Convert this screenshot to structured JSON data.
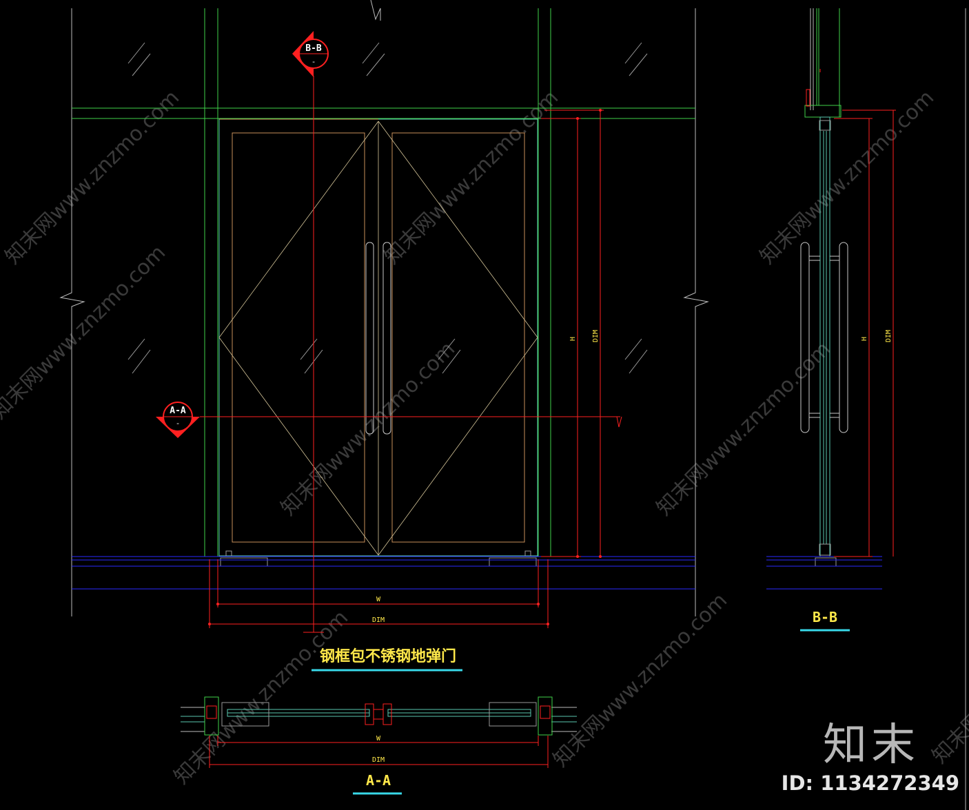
{
  "drawing": {
    "main_title": "钢框包不锈钢地弹门",
    "section_bb_title": "B-B",
    "section_aa_title": "A-A"
  },
  "markers": {
    "bb_marker_label": "B-B",
    "bb_marker_sub": "-",
    "aa_marker_label": "A-A",
    "aa_marker_sub": "-"
  },
  "dimensions": {
    "width_label": "W",
    "overall_label": "DIM",
    "height_label": "H",
    "aa_width_label": "W",
    "aa_overall_label": "DIM",
    "bb_height_label": "H",
    "bb_overall_label": "DIM"
  },
  "watermark": {
    "text": "知末网www.znzmo.com",
    "logo": "知末",
    "id": "ID: 1134272349"
  },
  "colors": {
    "background": "#000000",
    "frame_green": "#3fd24a",
    "frame_teal": "#5ac8b0",
    "dim_red": "#ff2020",
    "door_orange": "#c9915a",
    "floor_blue": "#2a2aff",
    "text_yellow": "#ffe84a",
    "underline_cyan": "#38d8e8",
    "watermark_gray": "#444444"
  }
}
